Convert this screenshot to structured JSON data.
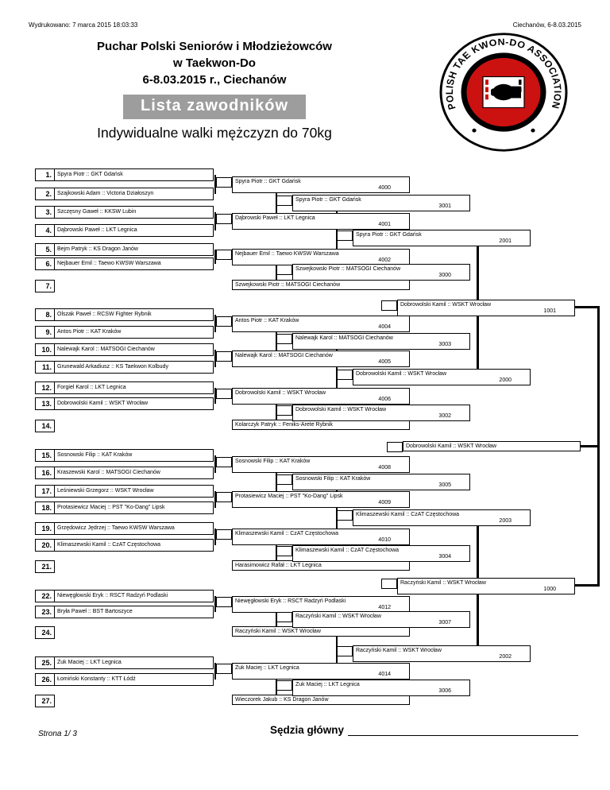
{
  "colors": {
    "banner_bg": "#9d9d9d",
    "logo_red": "#cc1111",
    "line_black": "#000000"
  },
  "header": {
    "printed": "Wydrukowano: 7 marca 2015 18:03:33",
    "place_date": "Ciechanów, 6-8.03.2015",
    "title_line1": "Puchar Polski Seniorów i Młodzieżowców",
    "title_line2": "w Taekwon-Do",
    "title_line3": "6-8.03.2015 r., Ciechanów",
    "banner": "Lista zawodników",
    "category": "Indywidualne walki mężczyzn do 70kg"
  },
  "logo": {
    "arc_text": "POLISH    TAE KWON-DO    ASSOCIATION"
  },
  "competitors": [
    {
      "no": "1.",
      "name": "Spyra Piotr :: GKT Gdańsk"
    },
    {
      "no": "2.",
      "name": "Szajkowski Adam :: Victoria Działoszyn"
    },
    {
      "no": "3.",
      "name": "Szczęsny Gaweł :: KKSW Lubin"
    },
    {
      "no": "4.",
      "name": "Dąbrowski Paweł :: LKT Legnica"
    },
    {
      "no": "5.",
      "name": "Bejm Patryk :: KS Dragon Janów"
    },
    {
      "no": "6.",
      "name": "Nejbauer Emil :: Taewo KWSW Warszawa"
    },
    {
      "no": "7.",
      "name": ""
    },
    {
      "no": "8.",
      "name": "Olszak Paweł :: RCSW Fighter Rybnik"
    },
    {
      "no": "9.",
      "name": "Antos Piotr :: KAT Kraków"
    },
    {
      "no": "10.",
      "name": "Nalewajk Karol :: MATSOGI Ciechanów"
    },
    {
      "no": "11.",
      "name": "Grunewald Arkadiusz :: KS Taekwon Kolbudy"
    },
    {
      "no": "12.",
      "name": "Forgiel Karol :: LKT Legnica"
    },
    {
      "no": "13.",
      "name": "Dobrowolski Kamil :: WSKT Wrocław"
    },
    {
      "no": "14.",
      "name": ""
    },
    {
      "no": "15.",
      "name": "Sosnowski Filip :: KAT Kraków"
    },
    {
      "no": "16.",
      "name": "Kraszewski Karol :: MATSOGI Ciechanów"
    },
    {
      "no": "17.",
      "name": "Leśniewski Grzegorz :: WSKT Wrocław"
    },
    {
      "no": "18.",
      "name": "Protasiewicz Maciej :: PST \"Ko-Dang\" Lipsk"
    },
    {
      "no": "19.",
      "name": "Grzędowicz Jędrzej :: Taewo KWSW Warszawa"
    },
    {
      "no": "20.",
      "name": "Klimaszewski Kamil :: CzAT Częstochowa"
    },
    {
      "no": "21.",
      "name": ""
    },
    {
      "no": "22.",
      "name": "Niewęgłowski Eryk :: RSCT Radzyń Podlaski"
    },
    {
      "no": "23.",
      "name": "Bryła Paweł :: BST Bartoszyce"
    },
    {
      "no": "24.",
      "name": ""
    },
    {
      "no": "25.",
      "name": "Żuk Maciej :: LKT Legnica"
    },
    {
      "no": "26.",
      "name": "Łomiński Konstanty :: KTT Łódź"
    },
    {
      "no": "27.",
      "name": ""
    }
  ],
  "rounds": {
    "r2": [
      {
        "name": "Spyra Piotr :: GKT Gdańsk",
        "match": "4000"
      },
      {
        "name": "Dąbrowski Paweł :: LKT Legnica",
        "match": "4001"
      },
      {
        "name": "Nejbauer Emil :: Taewo KWSW Warszawa",
        "match": "4002"
      },
      {
        "name": "Szwejkowski Piotr :: MATSOGI Ciechanów"
      },
      {
        "name": "Antos Piotr :: KAT Kraków",
        "match": "4004"
      },
      {
        "name": "Nalewajk Karol :: MATSOGI Ciechanów",
        "match": "4005"
      },
      {
        "name": "Dobrowolski Kamil :: WSKT Wrocław",
        "match": "4006"
      },
      {
        "name": "Kolarczyk Patryk :: Feniks-Arete Rybnik"
      },
      {
        "name": "Sosnowski Filip :: KAT Kraków",
        "match": "4008"
      },
      {
        "name": "Protasiewicz Maciej :: PST \"Ko-Dang\" Lipsk",
        "match": "4009"
      },
      {
        "name": "Klimaszewski Kamil :: CzAT Częstochowa",
        "match": "4010"
      },
      {
        "name": "Harasimowicz Rafał :: LKT Legnica"
      },
      {
        "name": "Niewęgłowski Eryk :: RSCT Radzyń Podlaski",
        "match": "4012"
      },
      {
        "name": "Raczyński Kamil :: WSKT Wrocław"
      },
      {
        "name": "Żuk Maciej :: LKT Legnica",
        "match": "4014"
      },
      {
        "name": "Wieczorek Jakub :: KS Dragon Janów"
      }
    ],
    "r3": [
      {
        "name": "Spyra Piotr :: GKT Gdańsk",
        "match": "3001"
      },
      {
        "name": "Szwejkowski Piotr :: MATSOGI Ciechanów",
        "match": "3000"
      },
      {
        "name": "Nalewajk Karol :: MATSOGI Ciechanów",
        "match": "3003"
      },
      {
        "name": "Dobrowolski Kamil :: WSKT Wrocław",
        "match": "3002"
      },
      {
        "name": "Sosnowski Filip :: KAT Kraków",
        "match": "3005"
      },
      {
        "name": "Klimaszewski Kamil :: CzAT Częstochowa",
        "match": "3004"
      },
      {
        "name": "Raczyński Kamil :: WSKT Wrocław",
        "match": "3007"
      },
      {
        "name": "Żuk Maciej :: LKT Legnica",
        "match": "3006"
      }
    ],
    "r4": [
      {
        "name": "Spyra Piotr :: GKT Gdańsk",
        "match": "2001"
      },
      {
        "name": "Dobrowolski Kamil :: WSKT Wrocław",
        "match": "2000"
      },
      {
        "name": "Klimaszewski Kamil :: CzAT Częstochowa",
        "match": "2003"
      },
      {
        "name": "Raczyński Kamil :: WSKT Wrocław",
        "match": "2002"
      }
    ],
    "r5": [
      {
        "name": "Dobrowolski Kamil :: WSKT Wrocław",
        "match": "1001"
      },
      {
        "name": "Raczyński Kamil :: WSKT Wrocław",
        "match": "1000"
      }
    ],
    "final": {
      "name": "Dobrowolski Kamil :: WSKT Wrocław"
    }
  },
  "footer": {
    "page": "Strona 1/ 3",
    "referee_label": "Sędzia główny"
  }
}
